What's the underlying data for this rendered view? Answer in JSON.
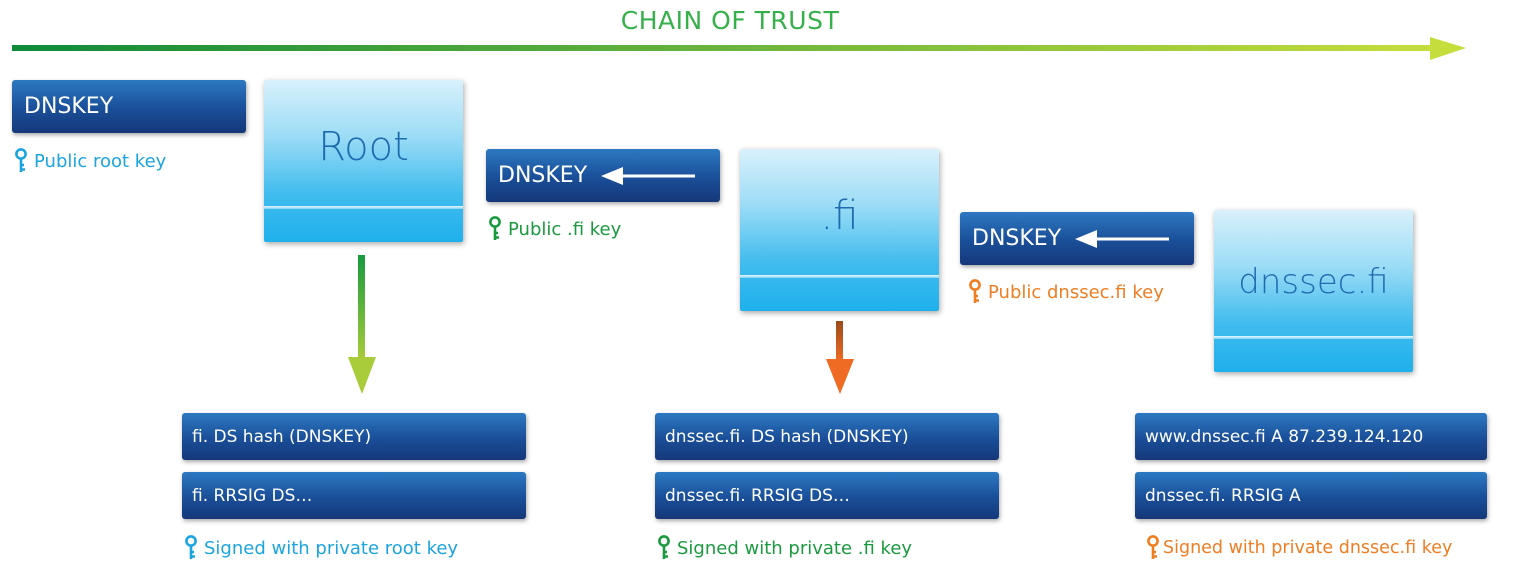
{
  "title": "CHAIN OF TRUST",
  "colors": {
    "chain_start": "#0f8a3b",
    "chain_end": "#c6de3c",
    "key_blue": "#1ba5e0",
    "key_green": "#1a9a3e",
    "key_orange": "#ef7d22",
    "box_blue": "#1a4e98",
    "zone_light": "#41bcee"
  },
  "dnskey_label": "DNSKEY",
  "captions": {
    "public_root": "Public root key",
    "public_fi": "Public .fi key",
    "public_dnssec": "Public dnssec.fi key",
    "signed_root": "Signed with private root key",
    "signed_fi": "Signed with private .fi key",
    "signed_dnssec": "Signed with private dnssec.fi key"
  },
  "zones": {
    "root": "Root",
    "fi": ".fi",
    "dnssec": "dnssec.fi"
  },
  "records": {
    "root_ds": "fi. DS hash (DNSKEY)",
    "root_rrsig": "fi. RRSIG DS…",
    "fi_ds": "dnssec.fi. DS hash (DNSKEY)",
    "fi_rrsig": "dnssec.fi. RRSIG DS…",
    "dnssec_a": "www.dnssec.fi A 87.239.124.120",
    "dnssec_rrsig": "dnssec.fi. RRSIG A"
  },
  "icons": {
    "key": "key-icon",
    "arrow": "arrow-left-icon"
  }
}
